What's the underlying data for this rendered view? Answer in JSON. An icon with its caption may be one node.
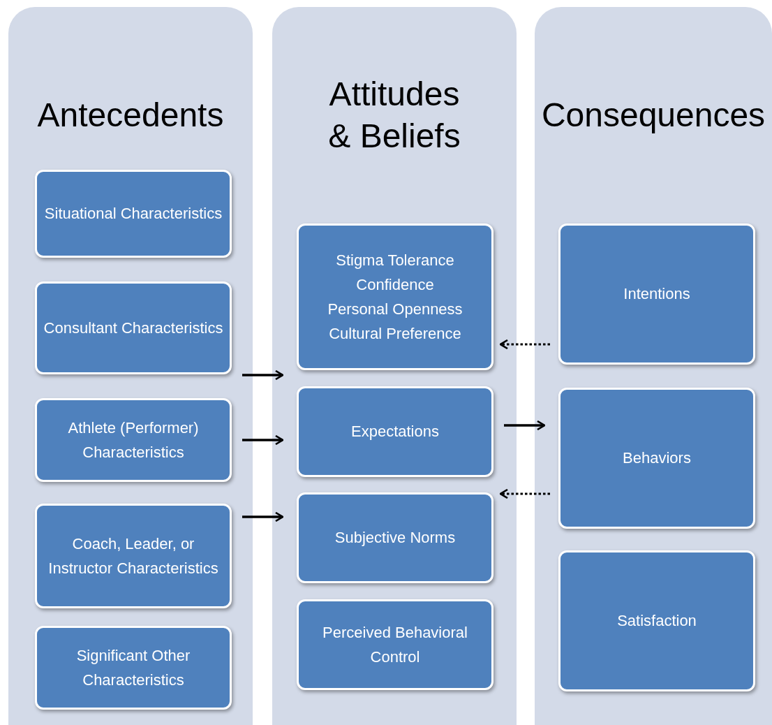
{
  "diagram": {
    "nodes": [
      {
        "text": [
          "Antecedents"
        ]
      },
      {
        "text": [
          "Situational Characteristics"
        ],
        "in": 0
      },
      {
        "text": [
          "Consultant Characteristics"
        ],
        "in": 0
      },
      {
        "text": [
          "Athlete (Performer) Characteristics"
        ],
        "in": 0
      },
      {
        "text": [
          "Coach, Leader, or Instructor Characteristics"
        ],
        "in": 0
      },
      {
        "text": [
          "Significant Other Characteristics"
        ],
        "in": 0
      },
      {
        "text": [
          "Attitudes & Beliefs"
        ]
      },
      {
        "text": [
          "Stigma Tolerance",
          "Confidence",
          "Personal Openness",
          "Cultural Preference"
        ],
        "in": 6
      },
      {
        "text": [
          "Expectations"
        ],
        "in": 6
      },
      {
        "text": [
          "Subjective Norms"
        ],
        "in": 6
      },
      {
        "text": [
          "Perceived Behavioral Control"
        ],
        "in": 6
      },
      {
        "text": [
          "Consequences"
        ]
      },
      {
        "text": [
          "Intentions"
        ],
        "in": 11
      },
      {
        "text": [
          "Behaviors"
        ],
        "in": 11
      },
      {
        "text": [
          "Satisfaction"
        ],
        "in": 11
      }
    ],
    "edges": [
      {
        "from": 2,
        "to": 7,
        "arrow": "to"
      },
      {
        "from": 3,
        "to": 8,
        "arrow": "to"
      },
      {
        "from": 4,
        "to": 9,
        "arrow": "to"
      },
      {
        "from": 12,
        "to": 7,
        "arrow": "to",
        "style": "dashed"
      },
      {
        "from": 8,
        "to": 13,
        "arrow": "to"
      },
      {
        "from": 13,
        "to": 9,
        "arrow": "to",
        "style": "dashed"
      }
    ]
  }
}
